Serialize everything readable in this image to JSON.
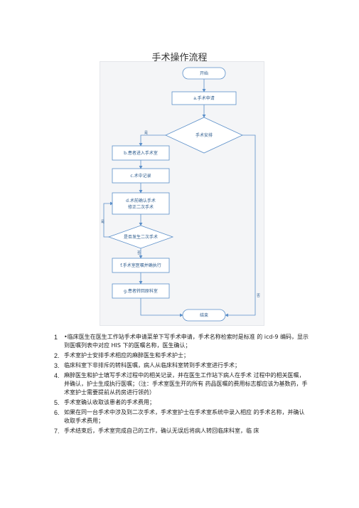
{
  "document": {
    "title": "手术操作流程"
  },
  "flowchart": {
    "nodes": {
      "start": "开始",
      "apply": "a.手术申请",
      "arrange": "手术安排",
      "enter": "b.患者进入手术室",
      "record": "c.术中记录",
      "confirm_line1": "d.术前确认手术",
      "confirm_line2": "修正二次手术",
      "second_op": "是否发生二次手术",
      "charge": "f.手术室医嘱并确执行",
      "return": "g.患者转回原科室",
      "end": "结束"
    },
    "labels": {
      "yes1": "是",
      "no1": "否",
      "yes2": "是",
      "no2": "否"
    }
  },
  "steps": [
    {
      "num": "1",
      "text": "•临床医生在医生工作站手术申请菜单下写手术申请，手术名称检索时是标准 的 icd-9 编码，显示到医嘱列表中对应 HIS 下的医嘱名称，医生确认；"
    },
    {
      "num": "2.",
      "text": "手术室护士安排手术相应的麻醉医生和手术护士；"
    },
    {
      "num": "3.",
      "text": "临床科室下非排斥的转科医嘱，病人从临床科室转到手术室进行手术；"
    },
    {
      "num": "4.",
      "text": "麻醉医生和护士填写手术过程中的相关记录，并在医生工作站下病人在手术 过程中的相关医嘱，并确认，护士生成执行医嘱；（注：手术室医生开的所有 药品医嘱的费用标志都应该为基数药，手术室护士需要提前从药房进行领药）"
    },
    {
      "num": "5.",
      "text": "手术室确认收取该患者的手术费用；"
    },
    {
      "num": "6.",
      "text": "如果在同一台手术中涉及到二次手术，手术室护士在手术室系统中录入相应 的手术名称，并确认收取手术费用；"
    },
    {
      "num": "7.",
      "text": "手术结束后，手术室完成自己的工作，确认无误后将病人转回临床科室，临 床"
    }
  ],
  "colors": {
    "node_stroke": "#5b8fc9",
    "node_text": "#2f5d8e",
    "panel_bg": "#f4f5f7"
  }
}
